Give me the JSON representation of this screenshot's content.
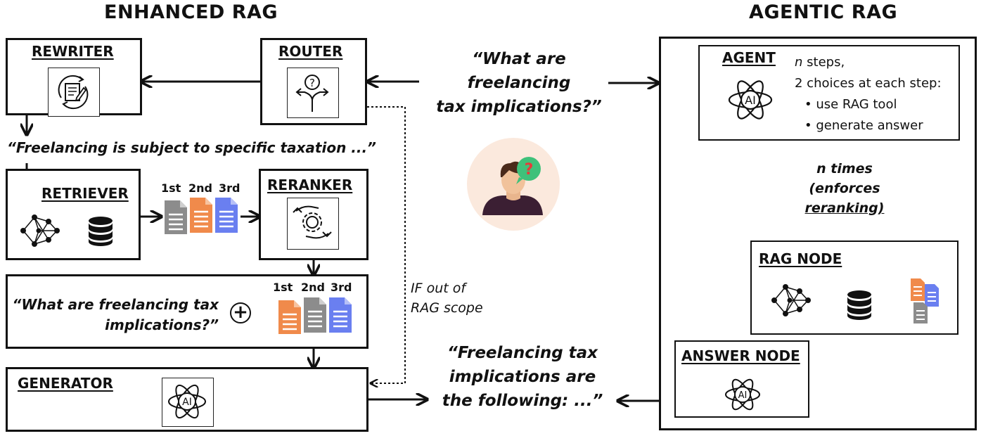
{
  "headings": {
    "enhanced": "ENHANCED RAG",
    "agentic": "AGENTIC RAG"
  },
  "enhanced": {
    "rewriter": "REWRITER",
    "router": "ROUTER",
    "rewritten_query": "“Freelancing is subject to specific taxation ...”",
    "retriever": "RETRIEVER",
    "reranker": "RERANKER",
    "ranks": [
      "1st",
      "2nd",
      "3rd"
    ],
    "query_line1": "“What are freelancing tax",
    "query_line2": "implications?”",
    "plus": "+",
    "generator": "GENERATOR",
    "out_of_scope_line1": "IF out of",
    "out_of_scope_line2": "RAG scope"
  },
  "center": {
    "question_line1": "“What are",
    "question_line2": "freelancing",
    "question_line3": "tax implications?”",
    "answer_line1": "“Freelancing tax",
    "answer_line2": "implications are",
    "answer_line3": "the following:  ...”",
    "question_mark": "?"
  },
  "agentic": {
    "agent": "AGENT",
    "agent_desc_n": "n",
    "agent_desc_line1_rest": " steps,",
    "agent_desc_line2": "2 choices at each step:",
    "choices": [
      "use RAG tool",
      "generate answer"
    ],
    "loop_line1": "n times",
    "loop_line2": "(enforces",
    "loop_line3": "reranking)",
    "rag_node": "RAG NODE",
    "answer_node": "ANSWER NODE"
  },
  "colors": {
    "doc_gray": "#8c8c8c",
    "doc_orange": "#f08a4b",
    "doc_blue": "#6a7ff0",
    "person_bg": "#fbe9dd",
    "bubble": "#3fc17a"
  },
  "icons": [
    "rewrite-icon",
    "router-icon",
    "network-icon",
    "database-icon",
    "document-icon",
    "reranker-icon",
    "ai-icon",
    "person-icon",
    "plus-icon"
  ]
}
